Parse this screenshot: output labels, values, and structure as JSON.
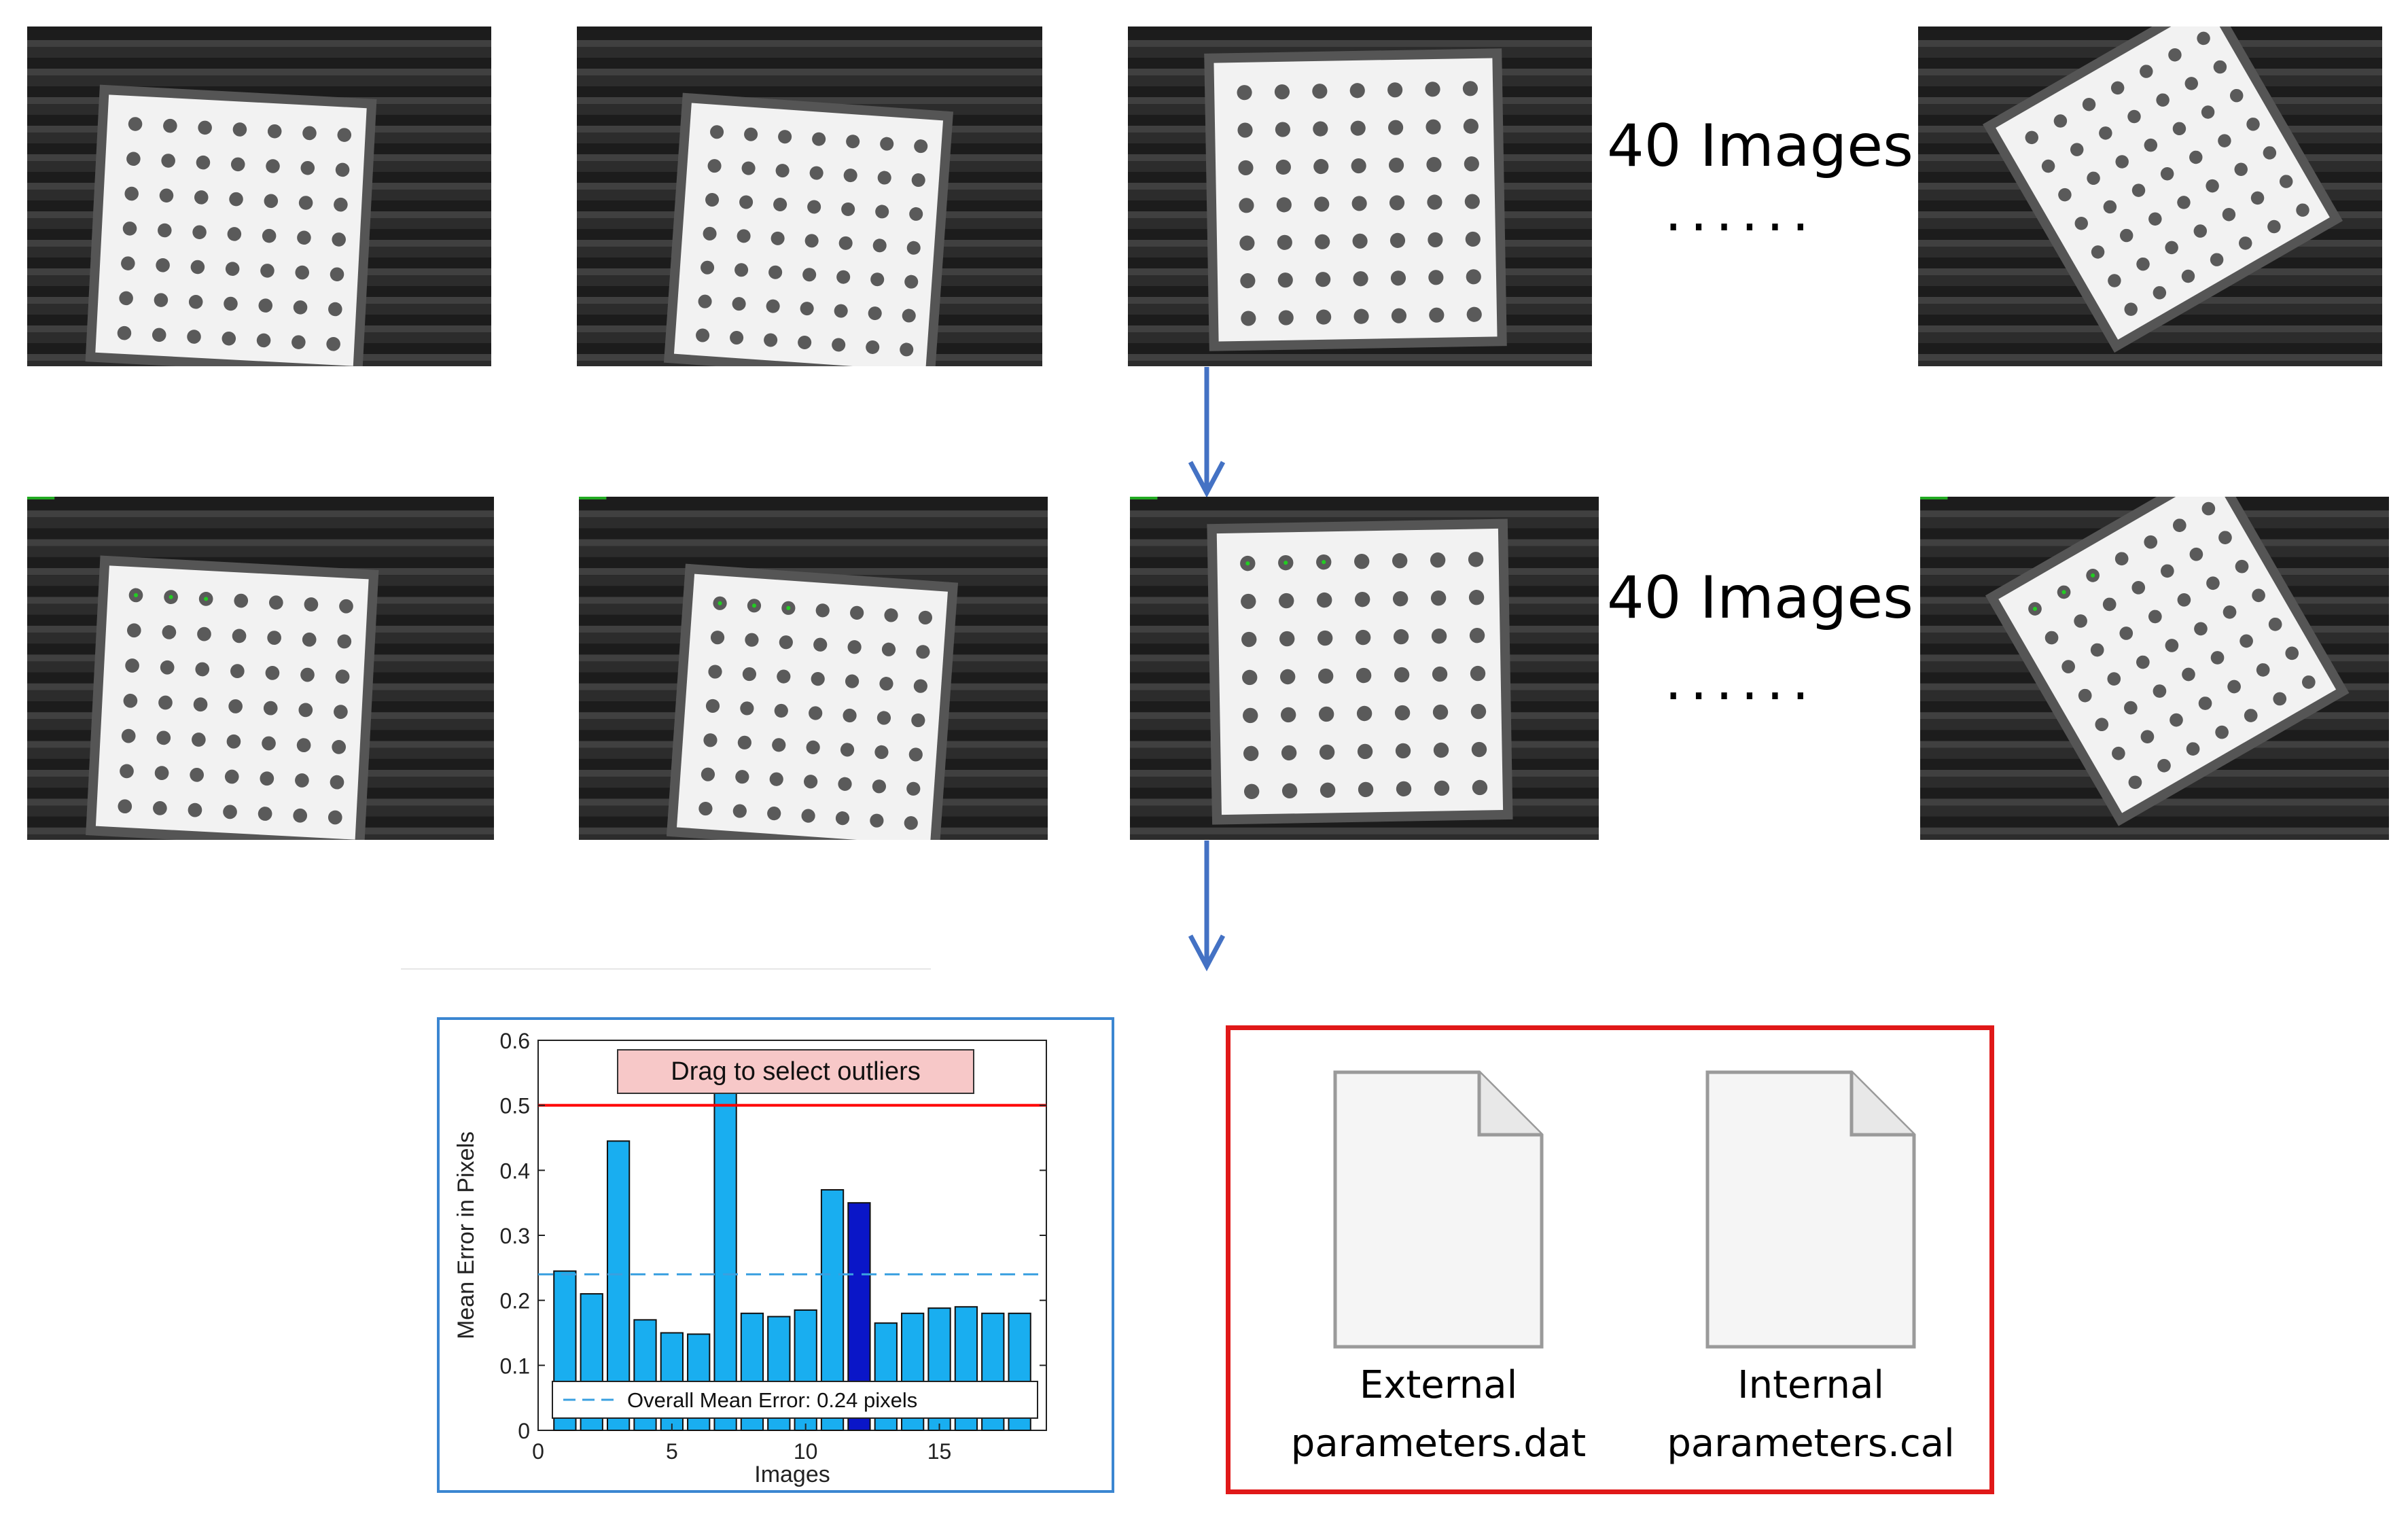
{
  "rows": [
    {
      "label": "40 Images",
      "ellipsis": "......"
    },
    {
      "label": "40 Images",
      "ellipsis": "......"
    }
  ],
  "outputs": {
    "files": [
      {
        "line1": "External",
        "line2": "parameters.dat"
      },
      {
        "line1": "Internal",
        "line2": "parameters.cal"
      }
    ]
  },
  "chart_data": {
    "type": "bar",
    "xlabel": "Images",
    "ylabel": "Mean Error in Pixels",
    "xlim": [
      0,
      19
    ],
    "ylim": [
      0,
      0.6
    ],
    "xticks": [
      0,
      5,
      10,
      15
    ],
    "yticks": [
      0,
      0.1,
      0.2,
      0.3,
      0.4,
      0.5,
      0.6
    ],
    "x": [
      1,
      2,
      3,
      4,
      5,
      6,
      7,
      8,
      9,
      10,
      11,
      12,
      13,
      14,
      15,
      16,
      17,
      18
    ],
    "values": [
      0.245,
      0.21,
      0.445,
      0.17,
      0.15,
      0.148,
      0.52,
      0.18,
      0.175,
      0.185,
      0.37,
      0.35,
      0.165,
      0.18,
      0.188,
      0.19,
      0.18,
      0.18
    ],
    "highlighted_index": 12,
    "threshold": 0.5,
    "mean_error": 0.24,
    "overlay_label": "Drag to select outliers",
    "legend_label": "Overall Mean Error: 0.24 pixels",
    "colors": {
      "bar": "#19aef0",
      "highlight": "#0a16c8",
      "threshold": "#ff0000",
      "mean_line": "#3aa0e0",
      "overlay_fill": "#f7c8c8"
    }
  }
}
